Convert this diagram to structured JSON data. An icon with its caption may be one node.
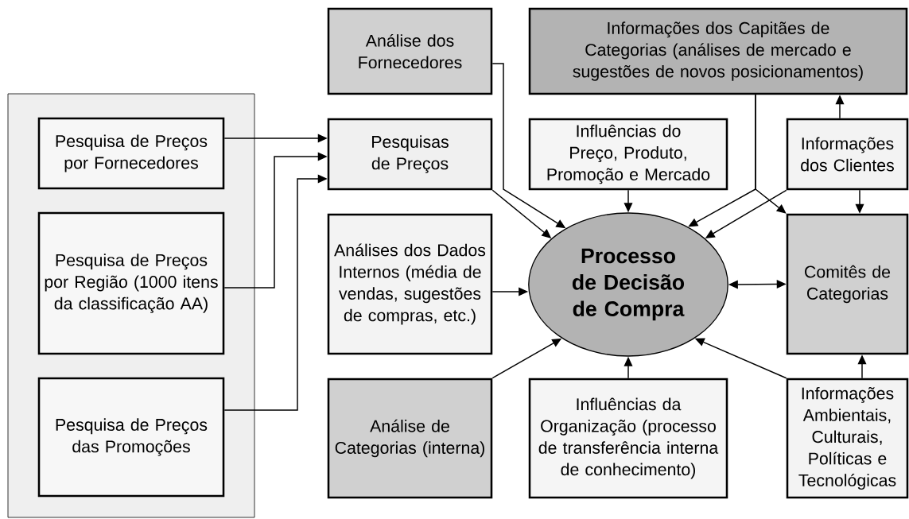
{
  "diagram": {
    "nodes": [
      {
        "text": [],
        "shape": "box"
      },
      {
        "text": [
          "Pesquisa de Preços por Fornecedores"
        ],
        "in": 0
      },
      {
        "text": [
          "Pesquisa de Preços por Região (1000 itens da classificação AA)"
        ],
        "in": 0
      },
      {
        "text": [
          "Pesquisa de Preços das Promoções"
        ],
        "in": 0
      },
      {
        "text": [
          "Análise dos Fornecedores"
        ]
      },
      {
        "text": [
          "Informações dos Capitães de Categorias (análises de mercado e sugestões de novos posicionamentos)"
        ]
      },
      {
        "text": [
          "Pesquisas de Preços"
        ]
      },
      {
        "text": [
          "Influências do Preço, Produto, Promoção e Mercado"
        ]
      },
      {
        "text": [
          "Informações dos Clientes"
        ]
      },
      {
        "text": [
          "Análises dos Dados Internos (média de vendas, sugestões de compras, etc.)"
        ]
      },
      {
        "text": [
          "Processo de Decisão de Compra"
        ]
      },
      {
        "text": [
          "Comitês de Categorias"
        ]
      },
      {
        "text": [
          "Análise de Categorias (interna)"
        ]
      },
      {
        "text": [
          "Influências da Organização (processo de transferência interna de conhecimento)"
        ]
      },
      {
        "text": [
          "Informações Ambientais, Culturais, Políticas e Tecnológicas"
        ]
      }
    ],
    "edges": [
      {
        "from": 1,
        "to": 6,
        "arrow": "to"
      },
      {
        "from": 2,
        "to": 6,
        "arrow": "to"
      },
      {
        "from": 3,
        "to": 6,
        "arrow": "to"
      },
      {
        "from": 4,
        "to": 10,
        "arrow": "to"
      },
      {
        "from": 6,
        "to": 10,
        "arrow": "to"
      },
      {
        "from": 7,
        "to": 10,
        "arrow": "to"
      },
      {
        "from": 5,
        "to": 10,
        "arrow": "to"
      },
      {
        "from": 5,
        "to": 11,
        "arrow": "to"
      },
      {
        "from": 8,
        "to": 10,
        "arrow": "to"
      },
      {
        "from": 8,
        "to": 5,
        "arrow": "to"
      },
      {
        "from": 8,
        "to": 11,
        "arrow": "to"
      },
      {
        "from": 9,
        "to": 10,
        "arrow": "to"
      },
      {
        "from": 10,
        "to": 11,
        "arrow": "both"
      },
      {
        "from": 12,
        "to": 10,
        "arrow": "to"
      },
      {
        "from": 13,
        "to": 10,
        "arrow": "to"
      },
      {
        "from": 14,
        "to": 10,
        "arrow": "to"
      },
      {
        "from": 14,
        "to": 11,
        "arrow": "to"
      }
    ]
  }
}
